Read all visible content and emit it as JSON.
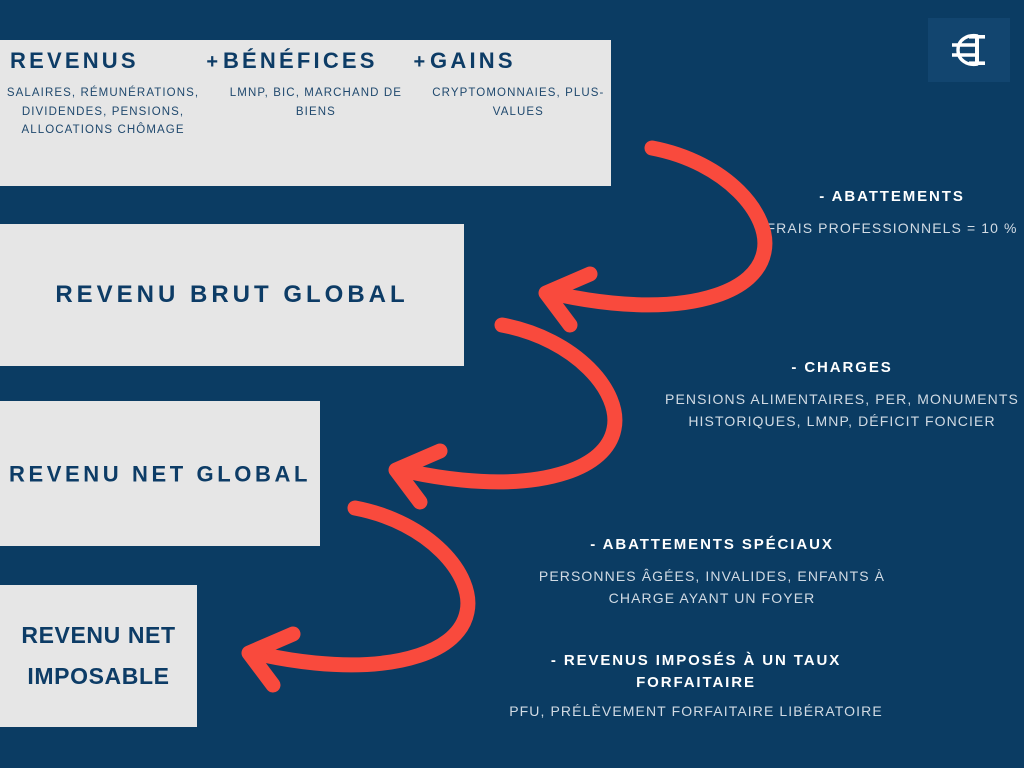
{
  "brand": {
    "logo_icon": "euro-monogram-logo-icon",
    "logo_bg": "#12456f"
  },
  "colors": {
    "background_navy": "#0b3c63",
    "panel_grey": "#e6e6e6",
    "heading_navy": "#0d3c66",
    "arrow_red": "#f94a3d",
    "note_body_grey": "#d2dbe4"
  },
  "header": {
    "columns": [
      {
        "title": "REVENUS",
        "subtitle": "SALAIRES, RÉMUNÉRATIONS, DIVIDENDES, PENSIONS, ALLOCATIONS CHÔMAGE"
      },
      {
        "title": "BÉNÉFICES",
        "subtitle": "LMNP, BIC, MARCHAND DE BIENS"
      },
      {
        "title": "GAINS",
        "subtitle": "CRYPTOMONNAIES, PLUS-VALUES"
      }
    ],
    "operator_1": "+",
    "operator_2": "+"
  },
  "stages": [
    {
      "id": "revenu-brut-global",
      "label": "REVENU BRUT GLOBAL"
    },
    {
      "id": "revenu-net-global",
      "label": "REVENU NET GLOBAL"
    },
    {
      "id": "revenu-net-imposable",
      "label": "REVENU NET IMPOSABLE"
    }
  ],
  "notes": [
    {
      "id": "abattements",
      "title": "- ABATTEMENTS",
      "body": "FRAIS PROFESSIONNELS = 10 %"
    },
    {
      "id": "charges",
      "title": "- CHARGES",
      "body": "PENSIONS ALIMENTAIRES, PER, MONUMENTS HISTORIQUES, LMNP, DÉFICIT FONCIER"
    },
    {
      "id": "abattements-speciaux",
      "title": "- ABATTEMENTS SPÉCIAUX",
      "body": "PERSONNES ÂGÉES, INVALIDES, ENFANTS À CHARGE AYANT UN FOYER"
    },
    {
      "id": "revenus-imposes-taux-forfaitaire",
      "title": "- REVENUS IMPOSÉS À UN TAUX FORFAITAIRE",
      "body": "PFU, PRÉLÈVEMENT FORFAITAIRE LIBÉRATOIRE"
    }
  ],
  "arrows": [
    {
      "id": "arrow-1",
      "from": "header-panel",
      "to": "revenu-brut-global"
    },
    {
      "id": "arrow-2",
      "from": "revenu-brut-global",
      "to": "revenu-net-global"
    },
    {
      "id": "arrow-3",
      "from": "revenu-net-global",
      "to": "revenu-net-imposable"
    }
  ]
}
